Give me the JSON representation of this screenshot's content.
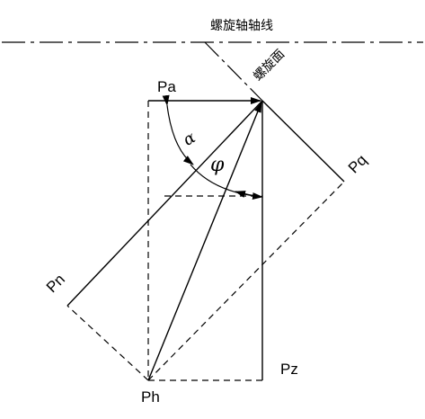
{
  "labels": {
    "screw_axis": "螺旋轴轴线",
    "helical_surface": "螺旋面",
    "pa": "Pa",
    "pq": "Pq",
    "pn": "Pn",
    "pz": "Pz",
    "ph": "Ph",
    "alpha": "α",
    "phi": "φ"
  }
}
